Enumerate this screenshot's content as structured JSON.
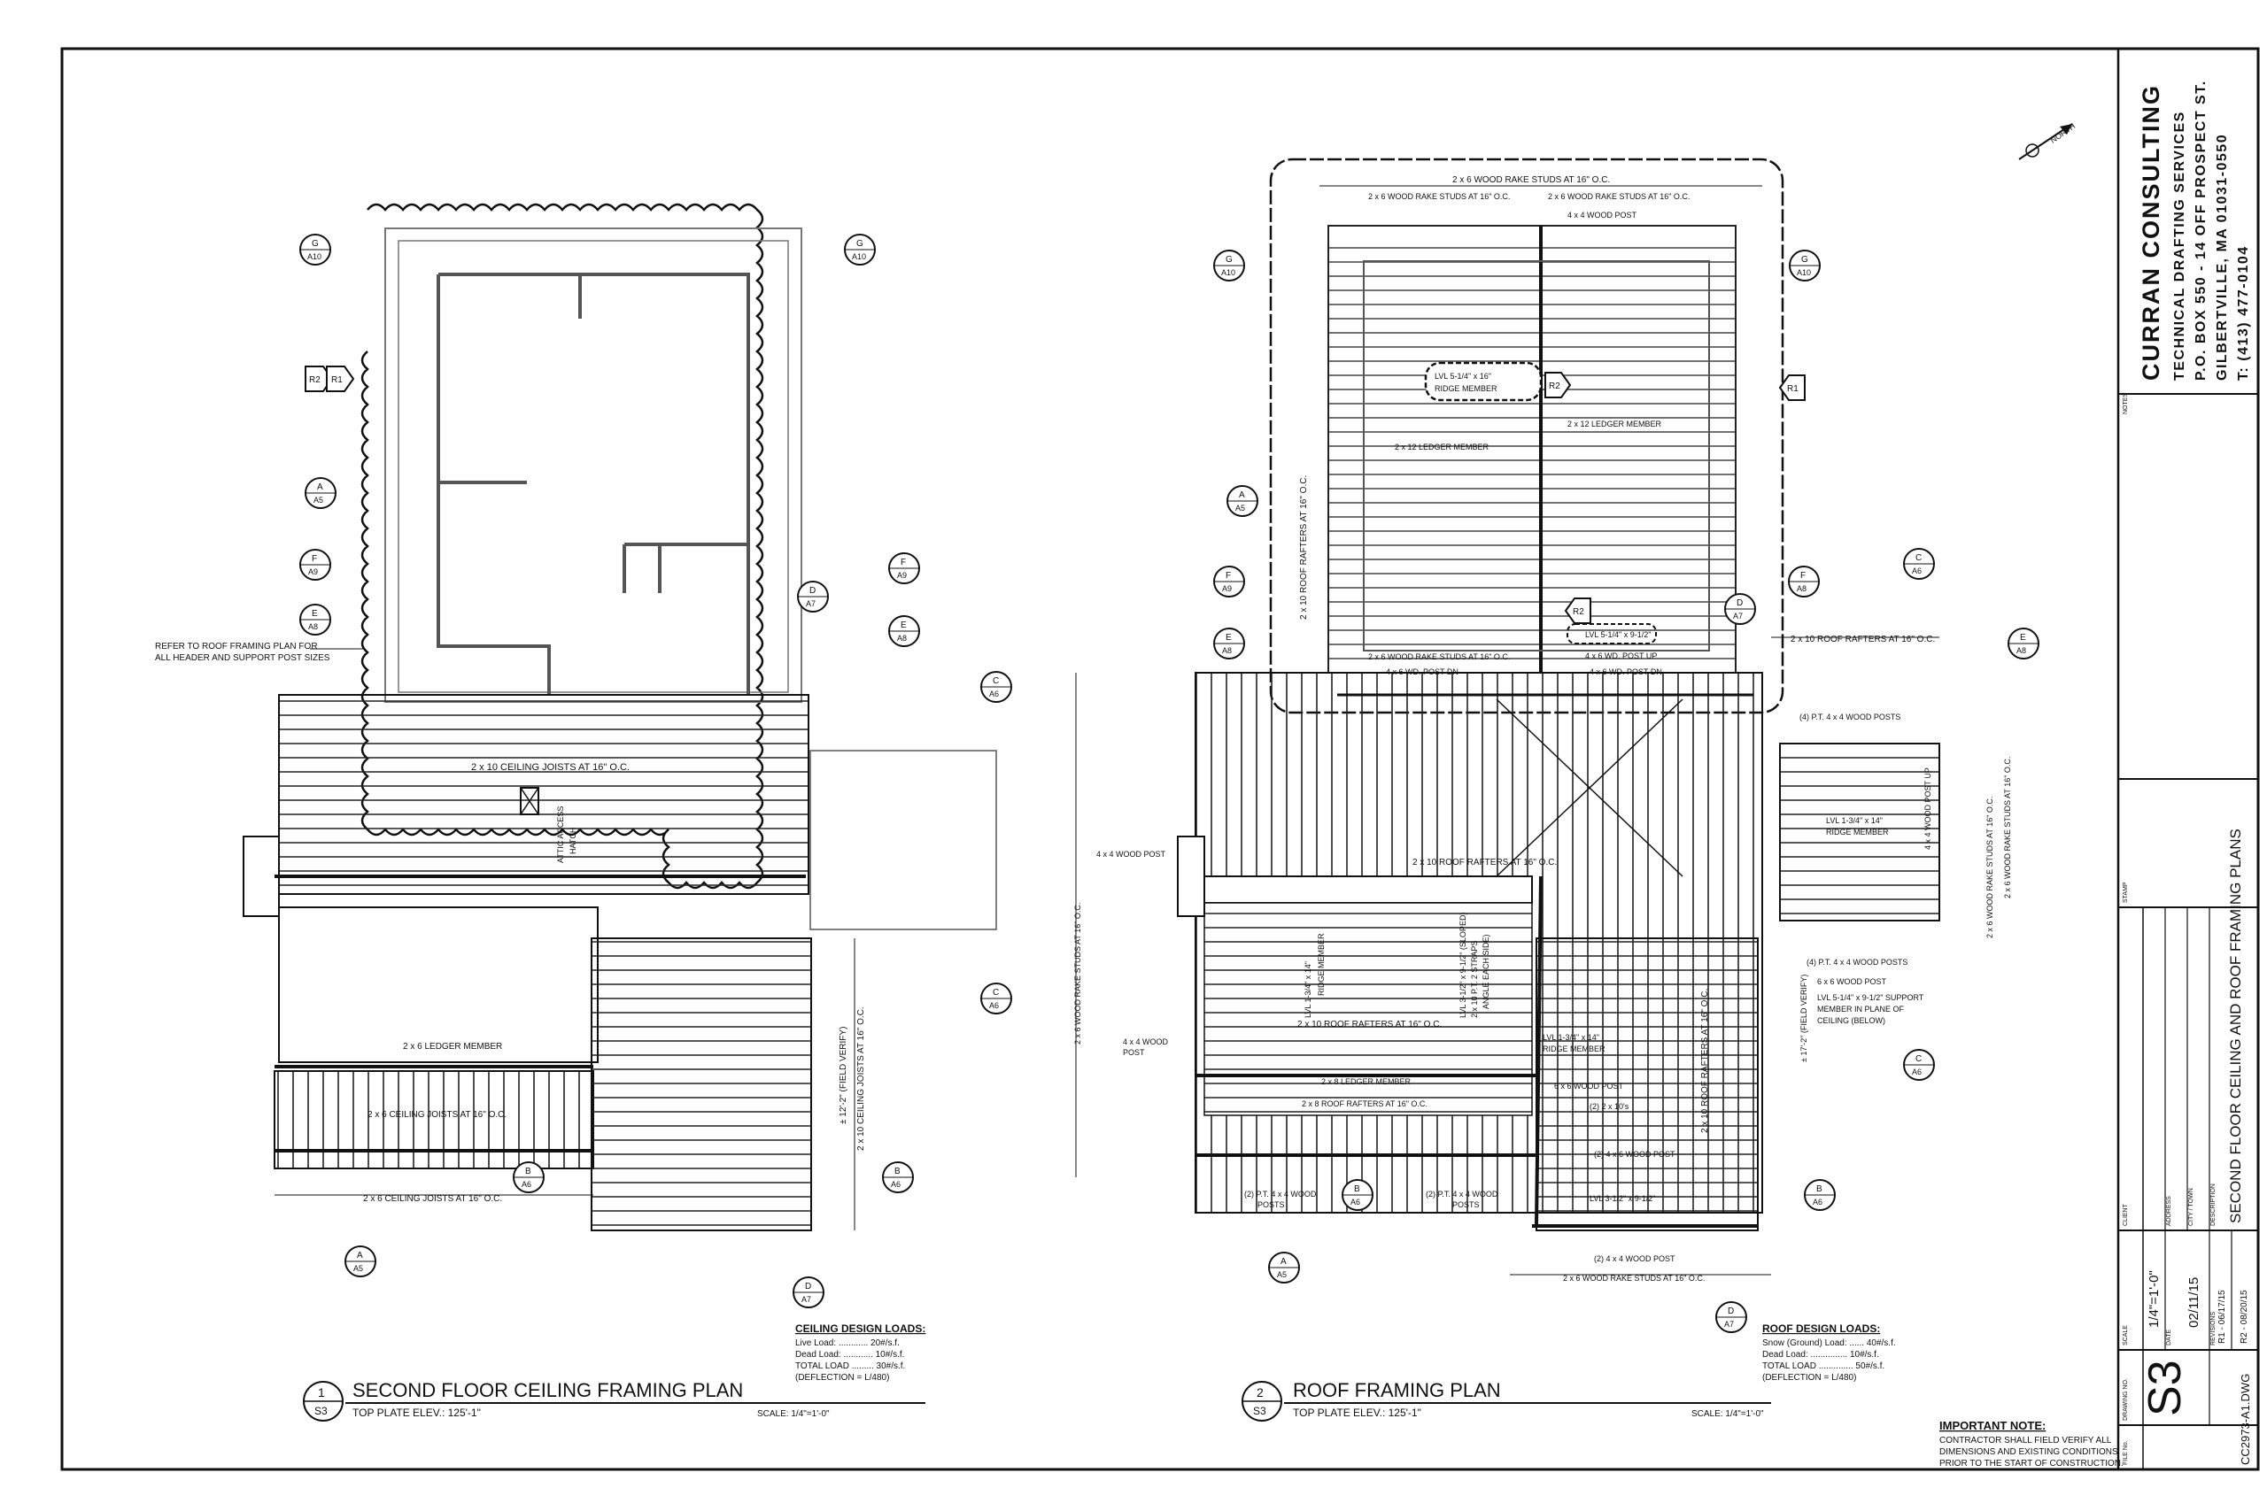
{
  "firm": {
    "name": "CURRAN CONSULTING",
    "line1": "TECHNICAL DRAFTING SERVICES",
    "line2": "P.O. BOX 550 - 14 OFF PROSPECT ST.",
    "line3": "GILBERTVILLE, MA 01031-0550",
    "line4": "T: (413) 477-0104"
  },
  "title_block": {
    "notes_label": "NOTES",
    "stamp_label": "STAMP",
    "client_label": "CLIENT",
    "address_label": "ADDRESS",
    "city_label": "CITY / TOWN",
    "description_label": "DESCRIPTION",
    "description": "SECOND FLOOR CEILING AND ROOF FRAMING PLANS",
    "scale_label": "SCALE",
    "scale": "1/4\"=1'-0\"",
    "date_label": "DATE",
    "date": "02/11/15",
    "revisions_label": "REVISIONS",
    "rev1": "R1 - 06/17/15",
    "rev2": "R2 - 08/20/15",
    "drawing_no_label": "DRAWING NO.",
    "drawing_no": "S3",
    "file_no_label": "FILE No.",
    "file_no": "CC2973-A1.DWG"
  },
  "plan1": {
    "number": "1",
    "sheet": "S3",
    "title": "SECOND FLOOR CEILING FRAMING PLAN",
    "subtitle": "TOP PLATE ELEV.: 125'-1\"",
    "scale": "SCALE: 1/4\"=1'-0\"",
    "loads_title": "CEILING DESIGN LOADS:",
    "loads": [
      "Live Load: ............ 20#/s.f.",
      "Dead Load: ............ 10#/s.f.",
      "TOTAL LOAD ......... 30#/s.f.",
      "(DEFLECTION = L/480)"
    ],
    "labels": {
      "refer": "REFER TO ROOF FRAMING PLAN FOR",
      "refer2": "ALL HEADER AND SUPPORT POST SIZES",
      "joists": "2 x 10 CEILING JOISTS AT 16\" O.C.",
      "attic1": "ATTIC ACCESS",
      "attic2": "HATCH",
      "ledger": "2 x 6 LEDGER MEMBER",
      "joists6": "2 x 6 CEILING JOISTS AT 16\" O.C.",
      "joists6b": "2 x 6 CEILING JOISTS AT 16\" O.C.",
      "field": "± 12'-2\" (FIELD VERIFY)",
      "joists10v": "2 x 10 CEILING JOISTS AT 16\" O.C."
    }
  },
  "plan2": {
    "number": "2",
    "sheet": "S3",
    "title": "ROOF FRAMING PLAN",
    "subtitle": "TOP PLATE ELEV.: 125'-1\"",
    "scale": "SCALE: 1/4\"=1'-0\"",
    "loads_title": "ROOF DESIGN LOADS:",
    "loads": [
      "Snow (Ground) Load: ...... 40#/s.f.",
      "Dead Load: ............... 10#/s.f.",
      "TOTAL LOAD .............. 50#/s.f.",
      "(DEFLECTION = L/480)"
    ],
    "labels": {
      "rake_top": "2 x 6 WOOD RAKE STUDS AT 16\" O.C.",
      "rake_l": "2 x 6 WOOD RAKE STUDS AT 16\" O.C.",
      "rake_r": "2 x 6 WOOD RAKE STUDS AT 16\" O.C.",
      "post44_top": "4 x 4 WOOD POST",
      "lvl_ridge1": "LVL 5-1/4\" x 16\"",
      "lvl_ridge2": "RIDGE MEMBER",
      "ledger12a": "2 x 12 LEDGER MEMBER",
      "ledger12b": "2 x 12 LEDGER MEMBER",
      "rafters10_v": "2 x 10 ROOF RAFTERS AT 16\" O.C.",
      "lvl_912": "LVL 5-1/4\" x 9-1/2\"",
      "wdpost_up": "4 x 6 WD. POST UP",
      "wdpost_dn1": "4 x 6 WD. POST DN",
      "wdpost_dn2": "4 x 6 WD. POST DN",
      "rake_mid": "2 x 6 WOOD RAKE STUDS AT 16\" O.C.",
      "rafters_e": "2 x 10 ROOF RAFTERS AT 16\" O.C.",
      "pt_posts4": "(4) P.T. 4 x 4 WOOD POSTS",
      "lvl_14a": "LVL 1-3/4\" x 14\"",
      "lvl_14a2": "RIDGE MEMBER",
      "post_up": "4 x 4 WOOD POST UP",
      "rake_e": "2 x 6 WOOD RAKE STUDS AT 16\" O.C.",
      "post44_w": "4 x 4 WOOD POST",
      "rafters_mid": "2 x 10 ROOF RAFTERS AT 16\" O.C.",
      "pt_posts4b": "(4) P.T. 4 x 4 WOOD POSTS",
      "post66a": "6 x 6 WOOD POST",
      "lvl_support1": "LVL 5-1/4\" x 9-1/2\" SUPPORT",
      "lvl_support2": "MEMBER IN PLANE OF",
      "lvl_support3": "CEILING (BELOW)",
      "post44_w2": "4 x 4 WOOD",
      "post44_w3": "POST",
      "rafters_low": "2 x 10 ROOF RAFTERS AT 16\" O.C.",
      "lvl_14b": "LVL 1-3/4\" x 14\"",
      "lvl_14b2": "RIDGE MEMBER",
      "post66b": "6 x 6 WOOD POST",
      "ledger8": "2 x 8 LEDGER MEMBER",
      "rafters8": "2 x 8 ROOF RAFTERS AT 16\" O.C.",
      "rafters_v2": "2 x 10 ROOF RAFTERS AT 16\" O.C.",
      "posts46": "(2) 4 x 6 WOOD POST",
      "pt_a1": "(2) P.T. 4 x 4 WOOD",
      "pt_a2": "POSTS",
      "pt_b1": "(2) P.T. 4 x 4 WOOD",
      "pt_b2": "POSTS",
      "lvl_312": "LVL 3-1/2\" x 9-1/2\"",
      "posts44": "(2) 4 x 4 WOOD POST",
      "rake_bot": "2 x 6 WOOD RAKE STUDS AT 16\" O.C.",
      "field17": "± 17'-2\" (FIELD VERIFY)",
      "rake_w": "2 x 6 WOOD RAKE STUDS AT 16\" O.C.",
      "lvl_a": "LVL 1-3/4\" x 14\"",
      "lvl_a2": "RIDGE MEMBER",
      "lvl_b": "LVL 3-1/2\" x 9-1/2\" (SLOPED)",
      "lvl_b2": "2 x 10 P.T. 2 STRAPS",
      "lvl_b3": "ANGLE EACH SIDE)",
      "two10s": "(2) 2 x 10's",
      "north": "NORTH"
    }
  },
  "important_note": {
    "title": "IMPORTANT NOTE:",
    "lines": [
      "CONTRACTOR SHALL FIELD VERIFY ALL",
      "DIMENSIONS AND EXISTING CONDITIONS",
      "PRIOR TO THE START OF CONSTRUCTION."
    ]
  },
  "section_markers": {
    "G": "G",
    "A10": "A10",
    "A": "A",
    "A5": "A5",
    "F": "F",
    "A9": "A9",
    "E": "E",
    "A8": "A8",
    "D": "D",
    "A7": "A7",
    "C": "C",
    "A6": "A6",
    "B": "B",
    "R1": "R1",
    "R2": "R2"
  }
}
